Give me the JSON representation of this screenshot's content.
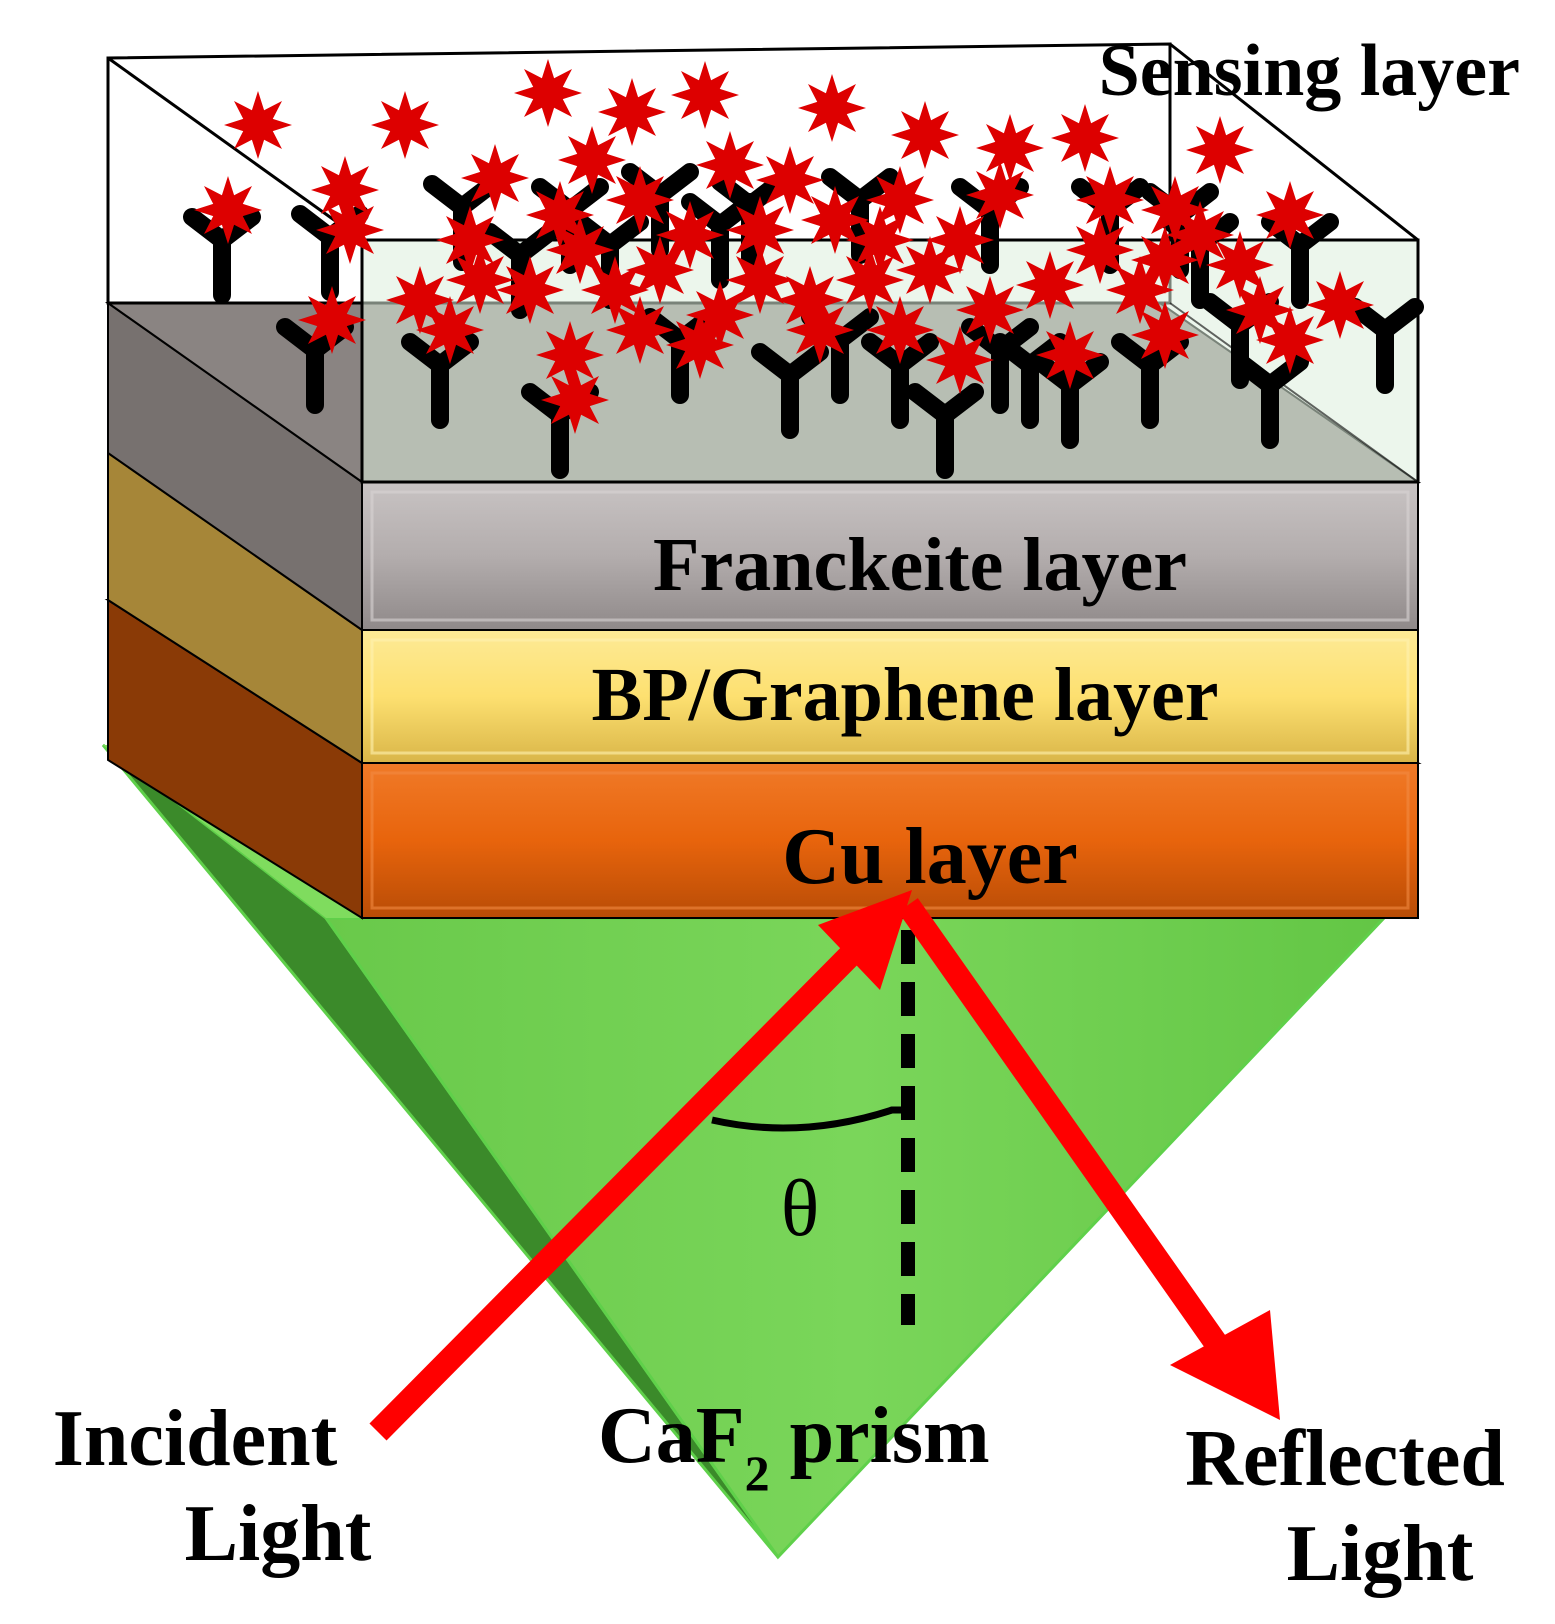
{
  "labels": {
    "sensing_layer": "Sensing layer",
    "franckeite_layer": "Franckeite layer",
    "bp_graphene_layer": "BP/Graphene layer",
    "cu_layer": "Cu layer",
    "prism_main": "CaF",
    "prism_sub": "2",
    "prism_tail": " prism",
    "theta": "θ",
    "incident_line1": "Incident",
    "incident_line2": "Light",
    "reflected_line1": "Reflected",
    "reflected_line2": "Light"
  },
  "colors": {
    "sensing_fill": "#dcefdc",
    "franckeite_front": "#b3adad",
    "franckeite_side": "#77716f",
    "bp_front": "#fde070",
    "bp_side": "#a68638",
    "cu_front": "#e8640c",
    "cu_side": "#8a3a06",
    "prism_light": "#7ad65a",
    "prism_dark": "#3b8a2a",
    "beam": "#ff0000",
    "analyte": "#dd0000",
    "antibody": "#000000"
  },
  "icons": {
    "analyte": "star-molecule-icon",
    "receptor": "antibody-y-icon"
  }
}
